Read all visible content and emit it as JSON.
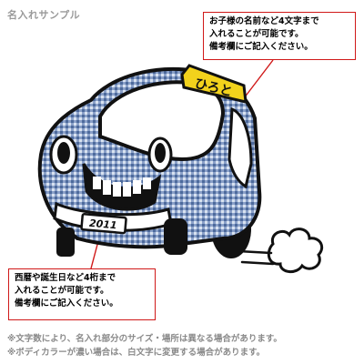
{
  "header": {
    "sample_label": "名入れサンプル"
  },
  "taxi_sign_text": "ひろと",
  "plate_text": "2011",
  "callout_top": {
    "lines": [
      "お子様の名前など4文字まで",
      "入れることが可能です。",
      "備考欄にご記入ください。"
    ]
  },
  "callout_bottom": {
    "lines": [
      "西暦や誕生日など4桁まで",
      "入れることが可能です。",
      "備考欄にご記入ください。"
    ]
  },
  "notes": [
    "※文字数により、名入れ部分のサイズ・場所は異なる場合があります。",
    "※ボディカラーが濃い場合は、白文字に変更する場合があります。"
  ],
  "colors": {
    "callout_border": "#d01818",
    "sign_yellow": "#f2d21c",
    "body_pattern": "#5d79a8"
  }
}
